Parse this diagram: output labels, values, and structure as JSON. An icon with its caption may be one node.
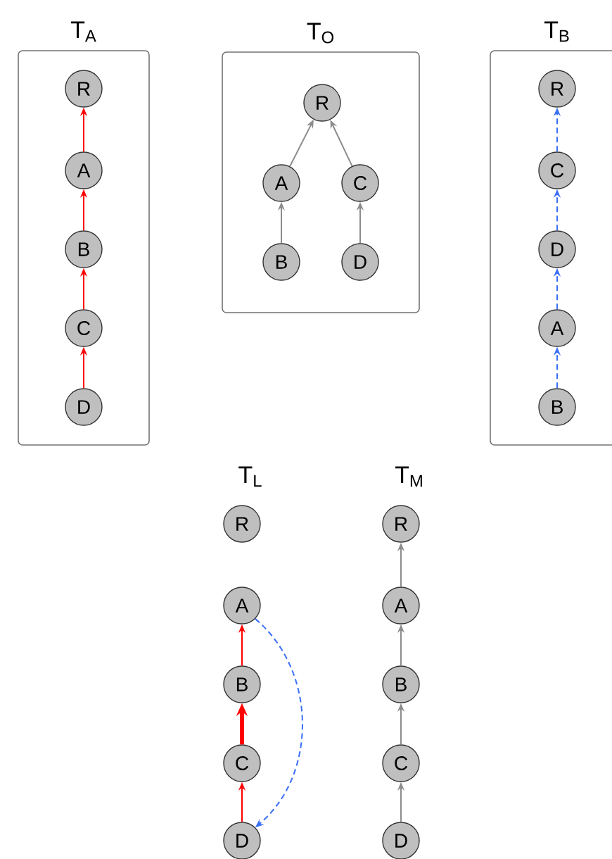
{
  "diagram": {
    "nodes": [
      {
        "text": [
          "T$_{A}$"
        ]
      },
      {
        "text": [
          "R"
        ],
        "in": 0
      },
      {
        "text": [
          "A"
        ],
        "in": 0
      },
      {
        "text": [
          "B"
        ],
        "in": 0
      },
      {
        "text": [
          "C"
        ],
        "in": 0
      },
      {
        "text": [
          "D"
        ],
        "in": 0
      },
      {
        "text": [
          "T$_{O}$"
        ]
      },
      {
        "text": [
          "R"
        ],
        "in": 6
      },
      {
        "text": [
          "A"
        ],
        "in": 6
      },
      {
        "text": [
          "C"
        ],
        "in": 6
      },
      {
        "text": [
          "B"
        ],
        "in": 6
      },
      {
        "text": [
          "D"
        ],
        "in": 6
      },
      {
        "text": [
          "T$_{B}$"
        ]
      },
      {
        "text": [
          "R"
        ],
        "in": 12
      },
      {
        "text": [
          "C"
        ],
        "in": 12
      },
      {
        "text": [
          "D"
        ],
        "in": 12
      },
      {
        "text": [
          "A"
        ],
        "in": 12
      },
      {
        "text": [
          "B"
        ],
        "in": 12
      },
      {
        "text": [
          "R"
        ]
      },
      {
        "text": [
          "A"
        ]
      },
      {
        "text": [
          "B"
        ]
      },
      {
        "text": [
          "C"
        ]
      },
      {
        "text": [
          "D"
        ]
      },
      {
        "text": [
          "R"
        ]
      },
      {
        "text": [
          "A"
        ]
      },
      {
        "text": [
          "B"
        ]
      },
      {
        "text": [
          "C"
        ]
      },
      {
        "text": [
          "D"
        ]
      }
    ],
    "edges": [
      {
        "from": 2,
        "to": 1,
        "arrow": "to",
        "color": "#ff0000"
      },
      {
        "from": 3,
        "to": 2,
        "arrow": "to",
        "color": "#ff0000"
      },
      {
        "from": 4,
        "to": 3,
        "arrow": "to",
        "color": "#ff0000"
      },
      {
        "from": 5,
        "to": 4,
        "arrow": "to",
        "color": "#ff0000"
      },
      {
        "from": 8,
        "to": 7,
        "arrow": "to"
      },
      {
        "from": 9,
        "to": 7,
        "arrow": "to"
      },
      {
        "from": 10,
        "to": 8,
        "arrow": "to"
      },
      {
        "from": 11,
        "to": 9,
        "arrow": "to"
      },
      {
        "from": 14,
        "to": 13,
        "arrow": "to",
        "style": "dashed",
        "color": "#3a6ff7"
      },
      {
        "from": 15,
        "to": 14,
        "arrow": "to",
        "style": "dashed",
        "color": "#3a6ff7"
      },
      {
        "from": 16,
        "to": 15,
        "arrow": "to",
        "style": "dashed",
        "color": "#3a6ff7"
      },
      {
        "from": 17,
        "to": 16,
        "arrow": "to",
        "style": "dashed",
        "color": "#3a6ff7"
      },
      {
        "from": 20,
        "to": 19,
        "arrow": "to",
        "color": "#ff0000"
      },
      {
        "from": 21,
        "to": 20,
        "arrow": "to",
        "style": "thick",
        "color": "#ff0000"
      },
      {
        "from": 22,
        "to": 21,
        "arrow": "to",
        "color": "#ff0000"
      },
      {
        "from": 19,
        "to": 22,
        "arrow": "to",
        "style": "dashed",
        "color": "#3a6ff7"
      },
      {
        "from": 24,
        "to": 23,
        "arrow": "to"
      },
      {
        "from": 25,
        "to": 24,
        "arrow": "to"
      },
      {
        "from": 26,
        "to": 25,
        "arrow": "to"
      },
      {
        "from": 27,
        "to": 26,
        "arrow": "to"
      }
    ],
    "labels": [
      "T$_{L}$",
      "T$_{M}$"
    ]
  }
}
